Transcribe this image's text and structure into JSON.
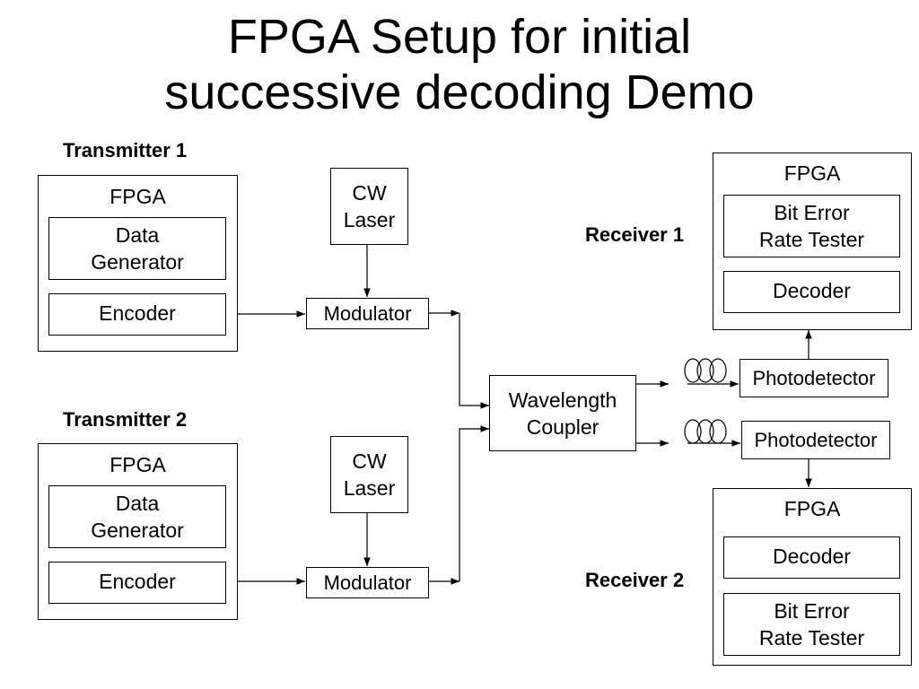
{
  "title": {
    "line1": "FPGA Setup for initial",
    "line2": "successive decoding Demo"
  },
  "transmitters": [
    {
      "label": "Transmitter 1",
      "fpga": "FPGA",
      "data_generator": "Data\nGenerator",
      "encoder": "Encoder"
    },
    {
      "label": "Transmitter 2",
      "fpga": "FPGA",
      "data_generator": "Data\nGenerator",
      "encoder": "Encoder"
    }
  ],
  "lasers": [
    {
      "label": "CW\nLaser"
    },
    {
      "label": "CW\nLaser"
    }
  ],
  "modulators": [
    {
      "label": "Modulator"
    },
    {
      "label": "Modulator"
    }
  ],
  "coupler": {
    "label": "Wavelength\nCoupler"
  },
  "photodetectors": [
    {
      "label": "Photodetector"
    },
    {
      "label": "Photodetector"
    }
  ],
  "receivers": [
    {
      "label": "Receiver 1",
      "fpga": "FPGA",
      "bert": "Bit Error\nRate Tester",
      "decoder": "Decoder"
    },
    {
      "label": "Receiver 2",
      "fpga": "FPGA",
      "decoder": "Decoder",
      "bert": "Bit Error\nRate Tester"
    }
  ]
}
